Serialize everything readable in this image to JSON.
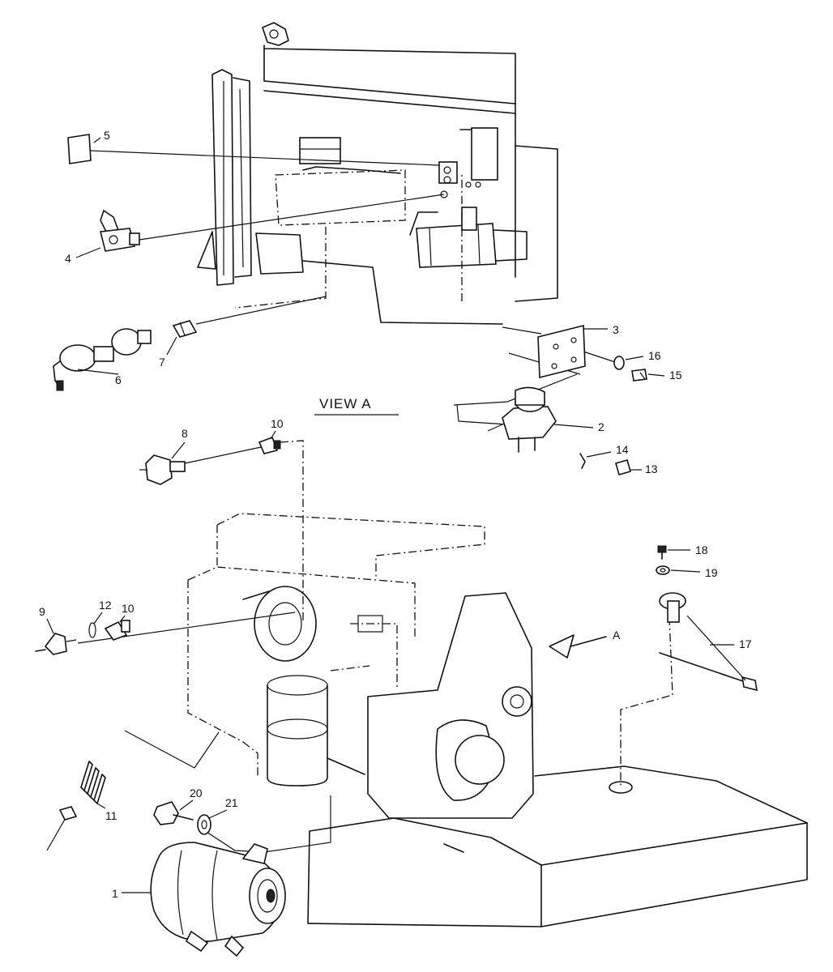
{
  "view_title": "VIEW A",
  "arrow_label": "A",
  "callouts": {
    "c1": "1",
    "c2": "2",
    "c3": "3",
    "c4": "4",
    "c5": "5",
    "c6": "6",
    "c7": "7",
    "c8": "8",
    "c9": "9",
    "c10a": "10",
    "c10b": "10",
    "c11": "11",
    "c12": "12",
    "c13": "13",
    "c14": "14",
    "c15": "15",
    "c16": "16",
    "c17": "17",
    "c18": "18",
    "c19": "19",
    "c20": "20",
    "c21": "21"
  }
}
